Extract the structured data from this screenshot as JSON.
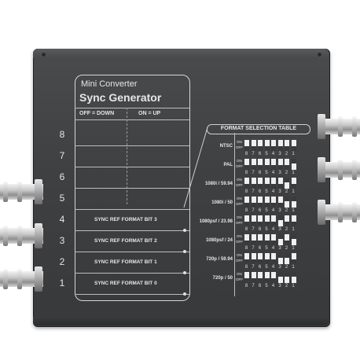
{
  "device": {
    "brand_line": "Mini Converter",
    "model": "Sync Generator",
    "off_label": "OFF = DOWN",
    "on_label": "ON = UP"
  },
  "switches": [
    {
      "number": "8",
      "label": ""
    },
    {
      "number": "7",
      "label": ""
    },
    {
      "number": "6",
      "label": ""
    },
    {
      "number": "5",
      "label": ""
    },
    {
      "number": "4",
      "label": "SYNC REF FORMAT BIT 3"
    },
    {
      "number": "3",
      "label": "SYNC REF FORMAT BIT 2"
    },
    {
      "number": "2",
      "label": "SYNC REF FORMAT BIT 1"
    },
    {
      "number": "1",
      "label": "SYNC REF FORMAT BIT 0"
    }
  ],
  "format_table": {
    "title": "FORMAT SELECTION TABLE",
    "on_text": "ON",
    "off_text": "OFF",
    "digits": [
      "8",
      "7",
      "6",
      "5",
      "4",
      "3",
      "2",
      "1"
    ],
    "formats": [
      {
        "name": "NTSC",
        "bits": [
          0,
          0,
          0,
          0,
          0,
          0,
          0,
          0
        ]
      },
      {
        "name": "PAL",
        "bits": [
          0,
          0,
          0,
          0,
          0,
          0,
          0,
          1
        ]
      },
      {
        "name": "1080i / 59.94",
        "bits": [
          0,
          0,
          0,
          0,
          0,
          0,
          1,
          0
        ]
      },
      {
        "name": "1080i / 50",
        "bits": [
          0,
          0,
          0,
          0,
          0,
          0,
          1,
          1
        ]
      },
      {
        "name": "1080psf / 23.98",
        "bits": [
          0,
          0,
          0,
          0,
          0,
          1,
          0,
          0
        ]
      },
      {
        "name": "1080psf / 24",
        "bits": [
          0,
          0,
          0,
          0,
          0,
          1,
          0,
          1
        ]
      },
      {
        "name": "720p / 59.94",
        "bits": [
          0,
          0,
          0,
          0,
          0,
          1,
          1,
          0
        ]
      },
      {
        "name": "720p / 50",
        "bits": [
          0,
          0,
          0,
          0,
          0,
          1,
          1,
          1
        ]
      }
    ]
  },
  "colors": {
    "body": "#3f4042",
    "print": "#e6e6e6",
    "metal": "#c9c9c9"
  }
}
